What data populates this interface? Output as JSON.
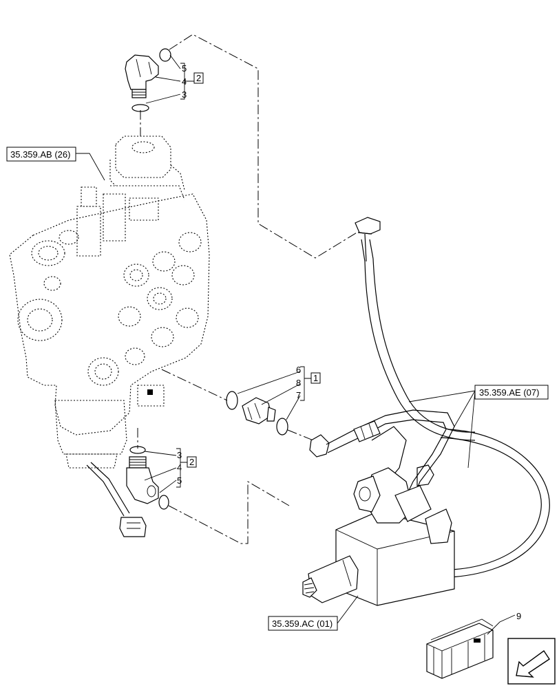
{
  "references": {
    "ab": "35.359.AB (26)",
    "ae": "35.359.AE (07)",
    "ac": "35.359.AC (01)"
  },
  "callouts": {
    "top": {
      "items": [
        "5",
        "4",
        "3"
      ],
      "group": "2"
    },
    "middle": {
      "items": [
        "6",
        "8",
        "7"
      ],
      "group": "1"
    },
    "bottom": {
      "items": [
        "3",
        "4",
        "5"
      ],
      "group": "2"
    },
    "kit": "9"
  },
  "icons": [
    "elbow-fitting-icon",
    "o-ring-icon",
    "straight-fitting-icon",
    "control-valve-icon",
    "hose-assembly-icon",
    "valve-block-icon",
    "parts-kit-box-icon",
    "next-page-arrow-icon"
  ]
}
